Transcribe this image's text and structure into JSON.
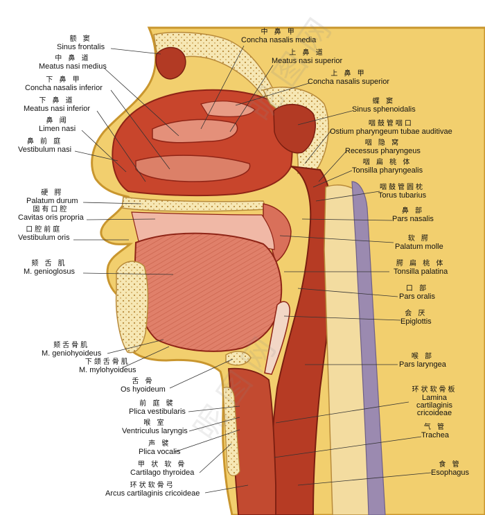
{
  "watermark": {
    "top": "昵图网",
    "bottom": "昵图网"
  },
  "labels_left": [
    {
      "cn": "额 窦",
      "la": "Sinus frontalis"
    },
    {
      "cn": "中 鼻 道",
      "la": "Meatus nasi medius"
    },
    {
      "cn": "下 鼻 甲",
      "la": "Concha nasalis inferior"
    },
    {
      "cn": "下 鼻 道",
      "la": "Meatus nasi inferior"
    },
    {
      "cn": "鼻 阈",
      "la": "Limen nasi"
    },
    {
      "cn": "鼻 前 庭",
      "la": "Vestibulum nasi"
    },
    {
      "cn": "硬 腭",
      "la": "Palatum durum"
    },
    {
      "cn": "固有口腔",
      "la": "Cavitas oris propria"
    },
    {
      "cn": "口腔前庭",
      "la": "Vestibulum oris"
    },
    {
      "cn": "颏 舌 肌",
      "la": "M. genioglosus"
    },
    {
      "cn": "颏舌骨肌",
      "la": "M. geniohyoideus"
    },
    {
      "cn": "下颌舌骨肌",
      "la": "M. mylohyoideus"
    },
    {
      "cn": "舌 骨",
      "la": "Os hyoideum"
    },
    {
      "cn": "前 庭 襞",
      "la": "Plica vestibularis"
    },
    {
      "cn": "喉 室",
      "la": "Ventriculus laryngis"
    },
    {
      "cn": "声 襞",
      "la": "Plica vocalis"
    },
    {
      "cn": "甲 状 软 骨",
      "la": "Cartilago thyroidea"
    },
    {
      "cn": "环状软骨弓",
      "la": "Arcus cartilaginis cricoideae"
    }
  ],
  "labels_right": [
    {
      "cn": "中 鼻 甲",
      "la": "Concha nasalis media"
    },
    {
      "cn": "上 鼻 道",
      "la": "Meatus nasi superior"
    },
    {
      "cn": "上 鼻 甲",
      "la": "Concha nasalis superior"
    },
    {
      "cn": "蝶 窦",
      "la": "Sinus sphenoidalis"
    },
    {
      "cn": "咽鼓管咽口",
      "la": "Ostium pharyngeum tubae auditivae"
    },
    {
      "cn": "咽 隐 窝",
      "la": "Recessus pharyngeus"
    },
    {
      "cn": "咽 扁 桃 体",
      "la": "Tonsilla pharyngealis"
    },
    {
      "cn": "咽鼓管圆枕",
      "la": "Torus tubarius"
    },
    {
      "cn": "鼻 部",
      "la": "Pars nasalis"
    },
    {
      "cn": "软 腭",
      "la": "Palatum molle"
    },
    {
      "cn": "腭 扁 桃 体",
      "la": "Tonsilla palatina"
    },
    {
      "cn": "口 部",
      "la": "Pars oralis"
    },
    {
      "cn": "会 厌",
      "la": "Epiglottis"
    },
    {
      "cn": "喉 部",
      "la": "Pars laryngea"
    },
    {
      "cn": "环状软骨板",
      "la": "Lamina cartilaginis cricoideae"
    },
    {
      "cn": "气 管",
      "la": "Trachea"
    },
    {
      "cn": "食 管",
      "la": "Esophagus"
    }
  ],
  "colors": {
    "skin": "#f2cf6e",
    "skin_edge": "#c9962e",
    "bone": "#f6e7b4",
    "bone_dot": "#b88a3a",
    "mucosa": "#c8452c",
    "mucosa_dark": "#8e2416",
    "muscle": "#e0806a",
    "cavity": "#e8a796",
    "vertebra": "#f3dca0",
    "disc": "#d9c3d6",
    "cord": "#9b8ab0",
    "leader": "#333333"
  }
}
